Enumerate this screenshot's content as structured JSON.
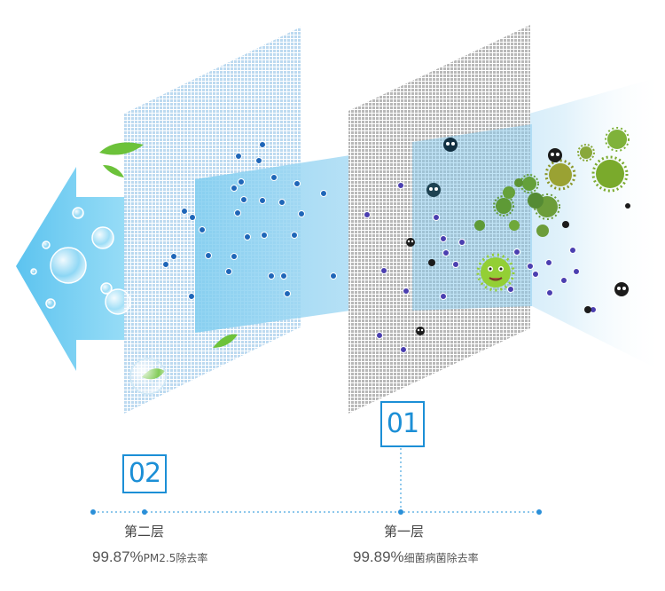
{
  "layers": [
    {
      "number": "02",
      "name": "第二层",
      "rate_value": "99.87%",
      "rate_desc": "PM2.5除去率"
    },
    {
      "number": "01",
      "name": "第一层",
      "rate_value": "99.89%",
      "rate_desc": "细菌病菌除去率"
    }
  ],
  "colors": {
    "accent": "#1c8fd6",
    "airflow": "#7dd3f3",
    "filter_mesh_blue": "#a9cde8",
    "filter_mesh_gray": "#9a9a9a",
    "particle_blue": "#1f66b8",
    "particle_purple": "#4b3fb0",
    "leaf_green": "#6cc23a",
    "germ_green": "#6fae2f"
  },
  "icons": [
    "airflow-arrow-icon",
    "leaf-icon",
    "bubble-icon",
    "germ-icon",
    "dust-mite-icon",
    "pm25-particle-icon"
  ]
}
